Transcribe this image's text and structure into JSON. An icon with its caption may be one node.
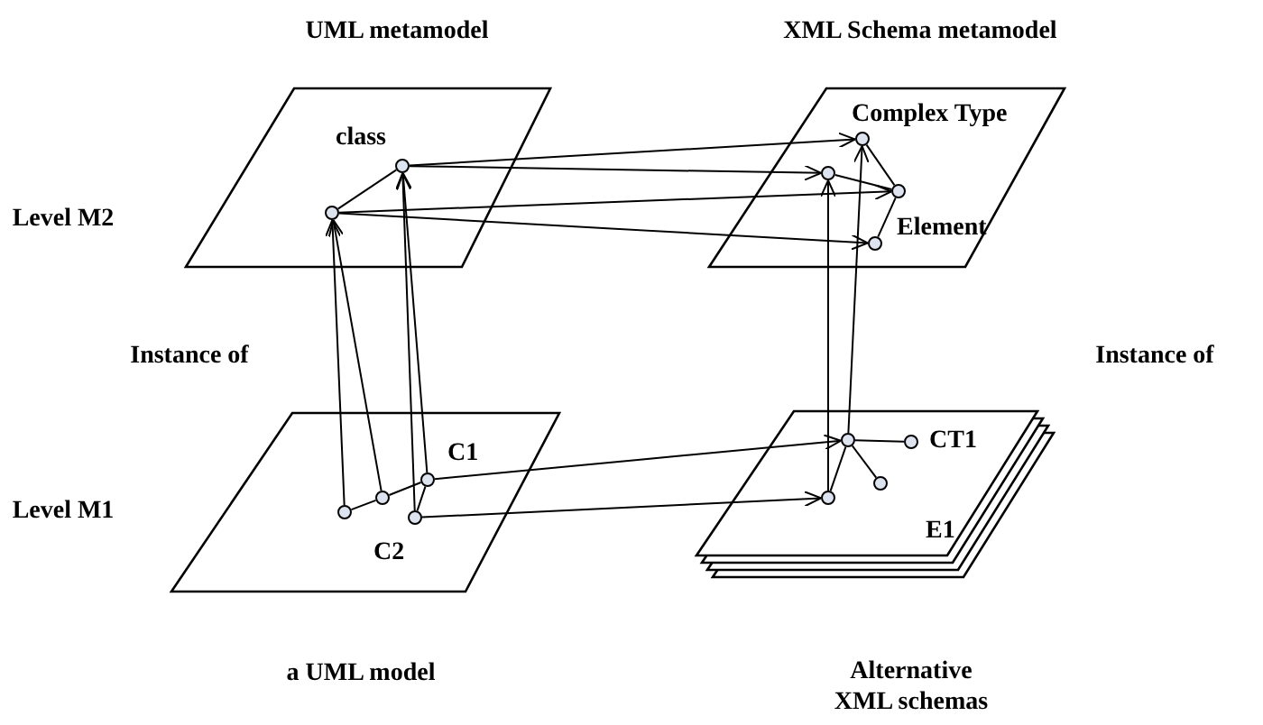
{
  "diagram": {
    "nodes": [
      {
        "text": [
          "class"
        ],
        "beside": [
          "UML metamodel"
        ]
      },
      {
        "text": [],
        "shape": "circle",
        "in": 0
      },
      {
        "text": [],
        "shape": "circle",
        "in": 0
      },
      {
        "text": [
          "Complex Type",
          "Element"
        ],
        "beside": [
          "XML Schema metamodel"
        ]
      },
      {
        "text": [],
        "shape": "circle",
        "in": 3
      },
      {
        "text": [],
        "shape": "circle",
        "in": 3
      },
      {
        "text": [],
        "shape": "circle",
        "in": 3
      },
      {
        "text": [],
        "shape": "circle",
        "in": 3
      },
      {
        "text": [
          "C1",
          "C2"
        ],
        "beside": [
          "a UML model"
        ]
      },
      {
        "text": [],
        "shape": "circle",
        "in": 8
      },
      {
        "text": [],
        "shape": "circle",
        "in": 8
      },
      {
        "text": [],
        "shape": "circle",
        "in": 8
      },
      {
        "text": [],
        "shape": "circle",
        "in": 8
      },
      {
        "text": [
          "CT1",
          "E1"
        ],
        "beside": [
          "Alternative XML schemas"
        ]
      },
      {
        "text": [],
        "shape": "circle",
        "in": 13
      },
      {
        "text": [],
        "shape": "circle",
        "in": 13
      },
      {
        "text": [],
        "shape": "circle",
        "in": 13
      },
      {
        "text": [],
        "shape": "circle",
        "in": 13
      }
    ],
    "edges": [
      {
        "from": 2,
        "to": 1,
        "arrow": "none"
      },
      {
        "from": 1,
        "to": 4,
        "arrow": "to"
      },
      {
        "from": 1,
        "to": 5,
        "arrow": "to"
      },
      {
        "from": 2,
        "to": 6,
        "arrow": "to"
      },
      {
        "from": 2,
        "to": 7,
        "arrow": "to"
      },
      {
        "from": 5,
        "to": 6,
        "arrow": "none"
      },
      {
        "from": 4,
        "to": 6,
        "arrow": "none"
      },
      {
        "from": 6,
        "to": 7,
        "arrow": "none"
      },
      {
        "from": 11,
        "to": 2,
        "arrow": "to"
      },
      {
        "from": 10,
        "to": 2,
        "arrow": "to"
      },
      {
        "from": 12,
        "to": 1,
        "arrow": "to"
      },
      {
        "from": 9,
        "to": 1,
        "arrow": "to"
      },
      {
        "from": 17,
        "to": 5,
        "arrow": "to"
      },
      {
        "from": 14,
        "to": 4,
        "arrow": "to"
      },
      {
        "from": 11,
        "to": 10,
        "arrow": "none"
      },
      {
        "from": 10,
        "to": 9,
        "arrow": "none"
      },
      {
        "from": 9,
        "to": 12,
        "arrow": "none"
      },
      {
        "from": 9,
        "to": 14,
        "arrow": "to"
      },
      {
        "from": 12,
        "to": 17,
        "arrow": "to"
      },
      {
        "from": 14,
        "to": 15,
        "arrow": "none"
      },
      {
        "from": 14,
        "to": 16,
        "arrow": "none"
      },
      {
        "from": 17,
        "to": 14,
        "arrow": "none"
      }
    ],
    "labels": [
      "Level M2",
      "Instance of",
      "Instance of",
      "Level M1"
    ]
  }
}
